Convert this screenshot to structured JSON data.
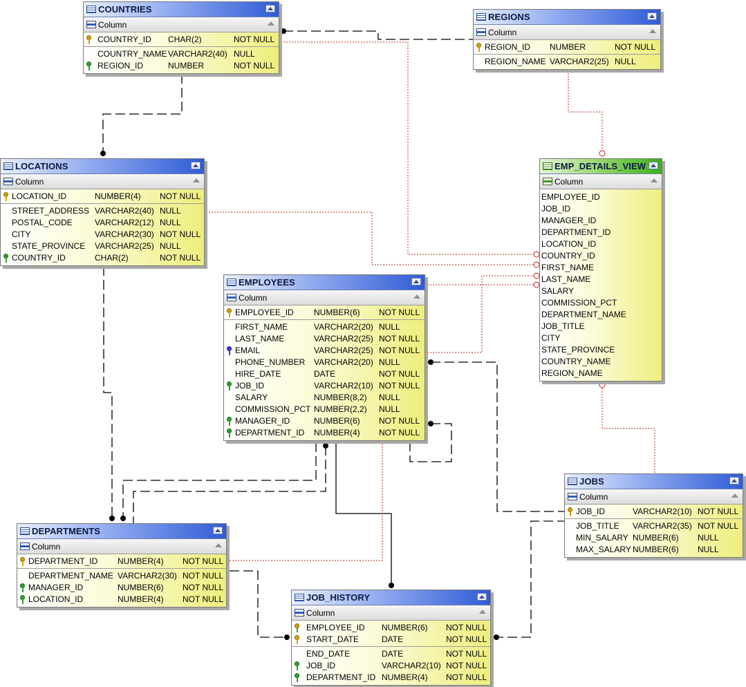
{
  "column_header": "Column",
  "entities": {
    "countries": {
      "title": "COUNTRIES",
      "pk": [
        {
          "name": "COUNTRY_ID",
          "type": "CHAR(2)",
          "null": "NOT NULL",
          "key": "pk"
        }
      ],
      "cols": [
        {
          "name": "COUNTRY_NAME",
          "type": "VARCHAR2(40)",
          "null": "NULL",
          "key": ""
        },
        {
          "name": "REGION_ID",
          "type": "NUMBER",
          "null": "NOT NULL",
          "key": "fk"
        }
      ]
    },
    "regions": {
      "title": "REGIONS",
      "pk": [
        {
          "name": "REGION_ID",
          "type": "NUMBER",
          "null": "NOT NULL",
          "key": "pk"
        }
      ],
      "cols": [
        {
          "name": "REGION_NAME",
          "type": "VARCHAR2(25)",
          "null": "NULL",
          "key": ""
        }
      ]
    },
    "locations": {
      "title": "LOCATIONS",
      "pk": [
        {
          "name": "LOCATION_ID",
          "type": "NUMBER(4)",
          "null": "NOT NULL",
          "key": "pk"
        }
      ],
      "cols": [
        {
          "name": "STREET_ADDRESS",
          "type": "VARCHAR2(40)",
          "null": "NULL",
          "key": ""
        },
        {
          "name": "POSTAL_CODE",
          "type": "VARCHAR2(12)",
          "null": "NULL",
          "key": ""
        },
        {
          "name": "CITY",
          "type": "VARCHAR2(30)",
          "null": "NOT NULL",
          "key": ""
        },
        {
          "name": "STATE_PROVINCE",
          "type": "VARCHAR2(25)",
          "null": "NULL",
          "key": ""
        },
        {
          "name": "COUNTRY_ID",
          "type": "CHAR(2)",
          "null": "NOT NULL",
          "key": "fk"
        }
      ]
    },
    "emp_details_view": {
      "title": "EMP_DETAILS_VIEW",
      "pk": [],
      "cols": [
        {
          "name": "EMPLOYEE_ID"
        },
        {
          "name": "JOB_ID"
        },
        {
          "name": "MANAGER_ID"
        },
        {
          "name": "DEPARTMENT_ID"
        },
        {
          "name": "LOCATION_ID"
        },
        {
          "name": "COUNTRY_ID"
        },
        {
          "name": "FIRST_NAME"
        },
        {
          "name": "LAST_NAME"
        },
        {
          "name": "SALARY"
        },
        {
          "name": "COMMISSION_PCT"
        },
        {
          "name": "DEPARTMENT_NAME"
        },
        {
          "name": "JOB_TITLE"
        },
        {
          "name": "CITY"
        },
        {
          "name": "STATE_PROVINCE"
        },
        {
          "name": "COUNTRY_NAME"
        },
        {
          "name": "REGION_NAME"
        }
      ]
    },
    "employees": {
      "title": "EMPLOYEES",
      "pk": [
        {
          "name": "EMPLOYEE_ID",
          "type": "NUMBER(6)",
          "null": "NOT NULL",
          "key": "pk"
        }
      ],
      "cols": [
        {
          "name": "FIRST_NAME",
          "type": "VARCHAR2(20)",
          "null": "NULL",
          "key": ""
        },
        {
          "name": "LAST_NAME",
          "type": "VARCHAR2(25)",
          "null": "NOT NULL",
          "key": ""
        },
        {
          "name": "EMAIL",
          "type": "VARCHAR2(25)",
          "null": "NOT NULL",
          "key": "uk"
        },
        {
          "name": "PHONE_NUMBER",
          "type": "VARCHAR2(20)",
          "null": "NULL",
          "key": ""
        },
        {
          "name": "HIRE_DATE",
          "type": "DATE",
          "null": "NOT NULL",
          "key": ""
        },
        {
          "name": "JOB_ID",
          "type": "VARCHAR2(10)",
          "null": "NOT NULL",
          "key": "fk"
        },
        {
          "name": "SALARY",
          "type": "NUMBER(8,2)",
          "null": "NULL",
          "key": ""
        },
        {
          "name": "COMMISSION_PCT",
          "type": "NUMBER(2,2)",
          "null": "NULL",
          "key": ""
        },
        {
          "name": "MANAGER_ID",
          "type": "NUMBER(6)",
          "null": "NOT NULL",
          "key": "fk"
        },
        {
          "name": "DEPARTMENT_ID",
          "type": "NUMBER(4)",
          "null": "NOT NULL",
          "key": "fk"
        }
      ]
    },
    "jobs": {
      "title": "JOBS",
      "pk": [
        {
          "name": "JOB_ID",
          "type": "VARCHAR2(10)",
          "null": "NOT NULL",
          "key": "pk"
        }
      ],
      "cols": [
        {
          "name": "JOB_TITLE",
          "type": "VARCHAR2(35)",
          "null": "NOT NULL",
          "key": ""
        },
        {
          "name": "MIN_SALARY",
          "type": "NUMBER(6)",
          "null": "NULL",
          "key": ""
        },
        {
          "name": "MAX_SALARY",
          "type": "NUMBER(6)",
          "null": "NULL",
          "key": ""
        }
      ]
    },
    "departments": {
      "title": "DEPARTMENTS",
      "pk": [
        {
          "name": "DEPARTMENT_ID",
          "type": "NUMBER(4)",
          "null": "NOT NULL",
          "key": "pk"
        }
      ],
      "cols": [
        {
          "name": "DEPARTMENT_NAME",
          "type": "VARCHAR2(30)",
          "null": "NOT NULL",
          "key": ""
        },
        {
          "name": "MANAGER_ID",
          "type": "NUMBER(6)",
          "null": "NOT NULL",
          "key": "fk"
        },
        {
          "name": "LOCATION_ID",
          "type": "NUMBER(4)",
          "null": "NOT NULL",
          "key": "fk"
        }
      ]
    },
    "job_history": {
      "title": "JOB_HISTORY",
      "pk": [
        {
          "name": "EMPLOYEE_ID",
          "type": "NUMBER(6)",
          "null": "NOT NULL",
          "key": "pfk"
        },
        {
          "name": "START_DATE",
          "type": "DATE",
          "null": "NOT NULL",
          "key": "pk"
        }
      ],
      "cols": [
        {
          "name": "END_DATE",
          "type": "DATE",
          "null": "NOT NULL",
          "key": ""
        },
        {
          "name": "JOB_ID",
          "type": "VARCHAR2(10)",
          "null": "NOT NULL",
          "key": "fk"
        },
        {
          "name": "DEPARTMENT_ID",
          "type": "NUMBER(4)",
          "null": "NOT NULL",
          "key": "fk"
        }
      ]
    }
  }
}
